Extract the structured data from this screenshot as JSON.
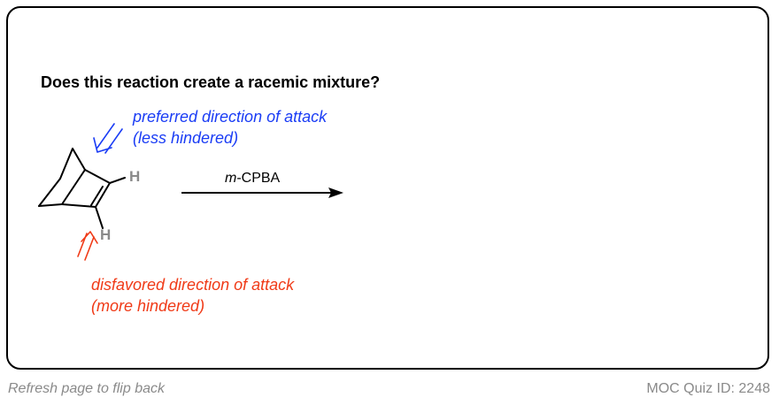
{
  "question": "Does this reaction create a racemic mixture?",
  "annotations": {
    "preferred_line1": "preferred direction of attack",
    "preferred_line2": "(less hindered)",
    "disfavored_line1": "disfavored direction of attack",
    "disfavored_line2": "(more hindered)"
  },
  "molecule": {
    "h_top": "H",
    "h_bottom": "H"
  },
  "reaction": {
    "reagent_italic": "m",
    "reagent_rest": "-CPBA"
  },
  "footer": {
    "flip_hint": "Refresh page to flip back",
    "quiz_id": "MOC Quiz ID: 2248"
  },
  "colors": {
    "preferred": "#1a3cf5",
    "disfavored": "#f03a17",
    "hydrogen": "#8a8a8a",
    "footer": "#8a8a8a"
  }
}
